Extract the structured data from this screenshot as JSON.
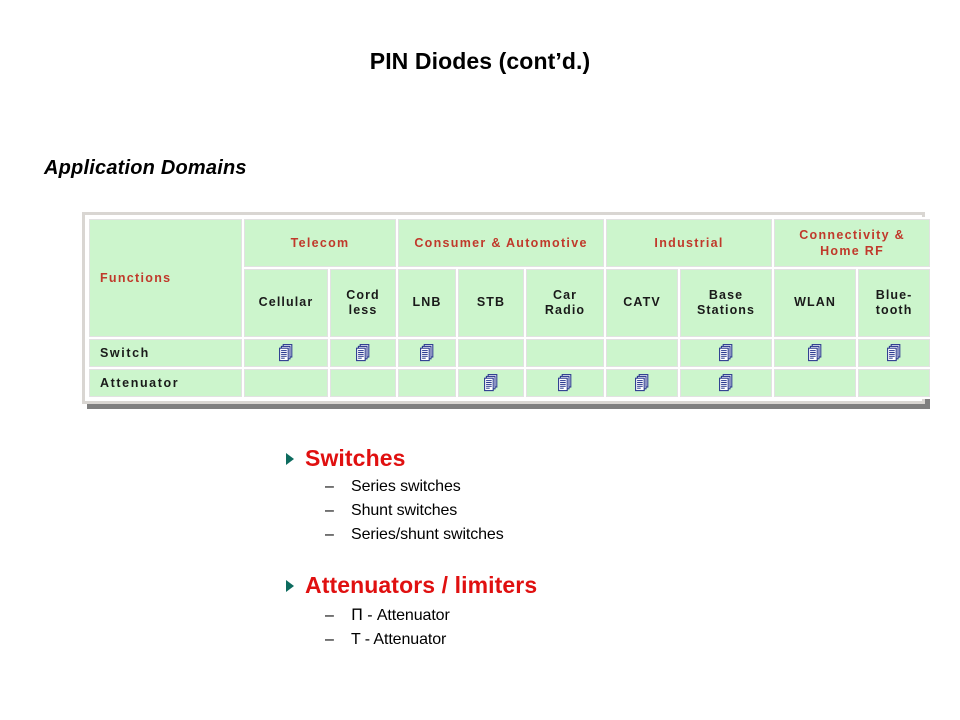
{
  "slide": {
    "title": "PIN Diodes (cont’d.)",
    "section_heading": "Application Domains"
  },
  "colors": {
    "header_text": "#c0392b",
    "cell_background": "#ccf5cc",
    "bullet_level1_text": "#e01010",
    "bullet_marker": "#0d6b5e",
    "marker_icon": "#2b3a8f",
    "table_border": "#d9d6d2",
    "table_shadow": "#7f7f7f"
  },
  "matrix": {
    "corner_label": "Functions",
    "groups": [
      {
        "label": "Telecom",
        "columns": [
          "Cellular",
          "Cord less"
        ]
      },
      {
        "label": "Consumer & Automotive",
        "columns": [
          "LNB",
          "STB",
          "Car Radio"
        ]
      },
      {
        "label": "Industrial",
        "columns": [
          "CATV",
          "Base Stations"
        ]
      },
      {
        "label": "Connectivity & Home RF",
        "columns": [
          "WLAN",
          "Blue- tooth"
        ]
      }
    ],
    "sub_headers": [
      "Cellular",
      "Cord\nless",
      "LNB",
      "STB",
      "Car\nRadio",
      "CATV",
      "Base\nStations",
      "WLAN",
      "Blue-\ntooth"
    ],
    "rows": [
      {
        "label": "Switch",
        "cells": [
          true,
          true,
          true,
          false,
          false,
          false,
          true,
          true,
          true
        ]
      },
      {
        "label": "Attenuator",
        "cells": [
          false,
          false,
          false,
          true,
          true,
          true,
          true,
          false,
          false
        ]
      }
    ],
    "marker_icon_name": "stacked-documents-icon"
  },
  "bullets": [
    {
      "title": "Switches",
      "items": [
        "Series switches",
        "Shunt switches",
        "Series/shunt switches"
      ]
    },
    {
      "title": "Attenuators / limiters",
      "items": [
        "Π - Attenuator",
        "T - Attenuator"
      ]
    }
  ]
}
